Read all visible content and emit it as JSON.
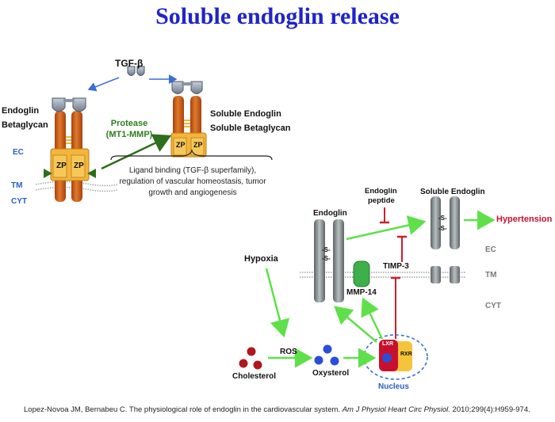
{
  "title": "Soluble endoglin release",
  "top_panel": {
    "tgf_beta": "TGF-β",
    "endoglin": "Endoglin",
    "betaglycan": "Betaglycan",
    "protease_line1": "Protease",
    "protease_line2": "(MT1-MMP)",
    "soluble_endoglin": "Soluble Endoglin",
    "soluble_betaglycan": "Soluble Betaglycan",
    "ec": "EC",
    "tm": "TM",
    "cyt": "CYT",
    "zp": "ZP",
    "ligand_text": "Ligand binding (TGF-β superfamily), regulation of vascular homeostasis, tumor growth and angiogenesis"
  },
  "bottom_panel": {
    "endoglin": "Endoglin",
    "endoglin_peptide_line1": "Endoglin",
    "endoglin_peptide_line2": "peptide",
    "soluble_endoglin": "Soluble  Endoglin",
    "hypertension": "Hypertension",
    "hypoxia": "Hypoxia",
    "timp3": "TIMP-3",
    "mmp14": "MMP-14",
    "ec": "EC",
    "tm": "TM",
    "cyt": "CYT",
    "ros": "ROS",
    "cholesterol": "Cholesterol",
    "oxysterol": "Oxysterol",
    "lxr": "LXR",
    "rxr": "RXR",
    "nucleus": "Nucleus",
    "s_bond": "-S-"
  },
  "caption": {
    "authors": "Lopez-Novoa JM, Bernabeu C. The physiological role of endoglin in the cardiovascular system. ",
    "journal": "Am J Physiol Heart Circ Physiol.",
    "ref": " 2010;299(4):H959-974."
  },
  "colors": {
    "title": "#1f24c8",
    "receptor": "#c8601a",
    "zp": "#f2b63c",
    "arrow_green": "#5fe04a",
    "inhibit_red": "#d01e2e",
    "nucleus": "#3a6fd8"
  }
}
